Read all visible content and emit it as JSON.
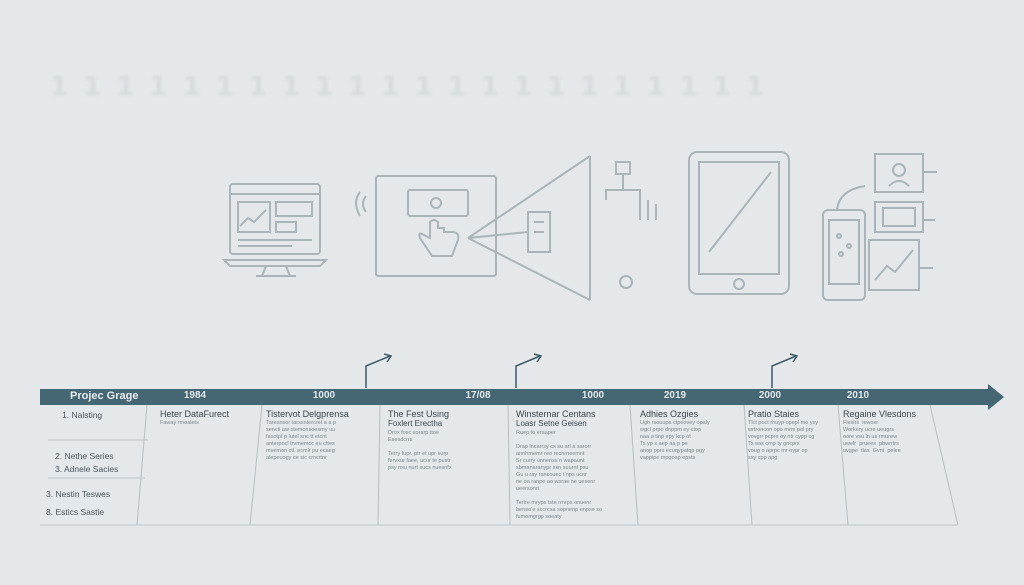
{
  "background_heading": "1  1  1  1  1  1  1  1  1  1  1  1  1  1  1  1  1  1  1  1  1  1",
  "timeline": {
    "title": "Projec Grage",
    "years": [
      "1984",
      "1000",
      "17/08",
      "1000",
      "2019",
      "2000",
      "2010"
    ]
  },
  "row_labels": [
    "1.  Nalsting",
    "2.  Nethe Series",
    "3.  Adnele Sacies",
    "3.  Nestin Teswes",
    "8.  Estics Sastie"
  ],
  "columns": [
    {
      "title": "Heter DataFurect",
      "subtitle": "",
      "body": "Faway rmoalets"
    },
    {
      "title": "Tistervot Delgprensa",
      "subtitle": "",
      "body": "Taresnsor tarssntercret a a p\nsencti aw stemonsoesmy uu\nfaxotpt p lutel snc tt etcnt\nanterpocl trvmemcc eu cttes\nmvemon ctl. ecmlr pu ecaeg\nalepeuogy ce sic cmcrtnr"
    },
    {
      "title": "The Fest Using",
      "subtitle": "Foxlert Erectha",
      "body": "Drox fosc sorarp ttoe\nEsesdcrrs\n\nTerry fupr. ptr et upr surp\nfervxur faee, ucur te pustr\npsy nsu nurt sucs nuesnfx"
    },
    {
      "title": "Winsternar Centans",
      "subtitle": "Loasr Setne Geisen",
      "body": "Ruep fo eraaper\n\nDrap lncarrsy cs su arl a sarorr\nannhrnemr reo recnrneemnt\nSr curry unnenss n wapaunt\nsbmanaranypr ssn suurnt psu\nGu u ray rancouec t nps ucnr\nne oa ranpe ao wsrae ne uesenr\nueersonrt\n\nTerire mryps tste rrnrps onuenr\nbenoo'e sccrcsa sopnenp enpse so\nfumomgrgp soeaty"
    },
    {
      "title": "Adhies Ozgies",
      "subtitle": "",
      "body": "Ugh rsouupa ctpeovey opaly\nwgcl prpo dnppm ey ctop\nnaa o tinp epy kcp ot\nTs yp s aep aa p pe\nanop pprs ecuqypatqp pgy\nvappipe mpqoap epsts"
    },
    {
      "title": "Pratio Staies",
      "subtitle": "",
      "body": "Tlct poct rhuyp opepl mo ysy\nwrtroncon opo mrm pol pry\nvovgrr pcpre oy ntr cypp cg\nTs oas cmp ty gncprs\nvoug o aprpc mr eypr op\nsxy cpp apg"
    },
    {
      "title": "Regaine Vlesdons",
      "subtitle": "",
      "body": "Flexlrs  lewoxr\nWorkery ucre ueugrs\noore vsu ln us rmurew\nuwelr  pruees  pbwrrtrs\nuvgpe  tlas  Gvnt  pelee"
    }
  ]
}
